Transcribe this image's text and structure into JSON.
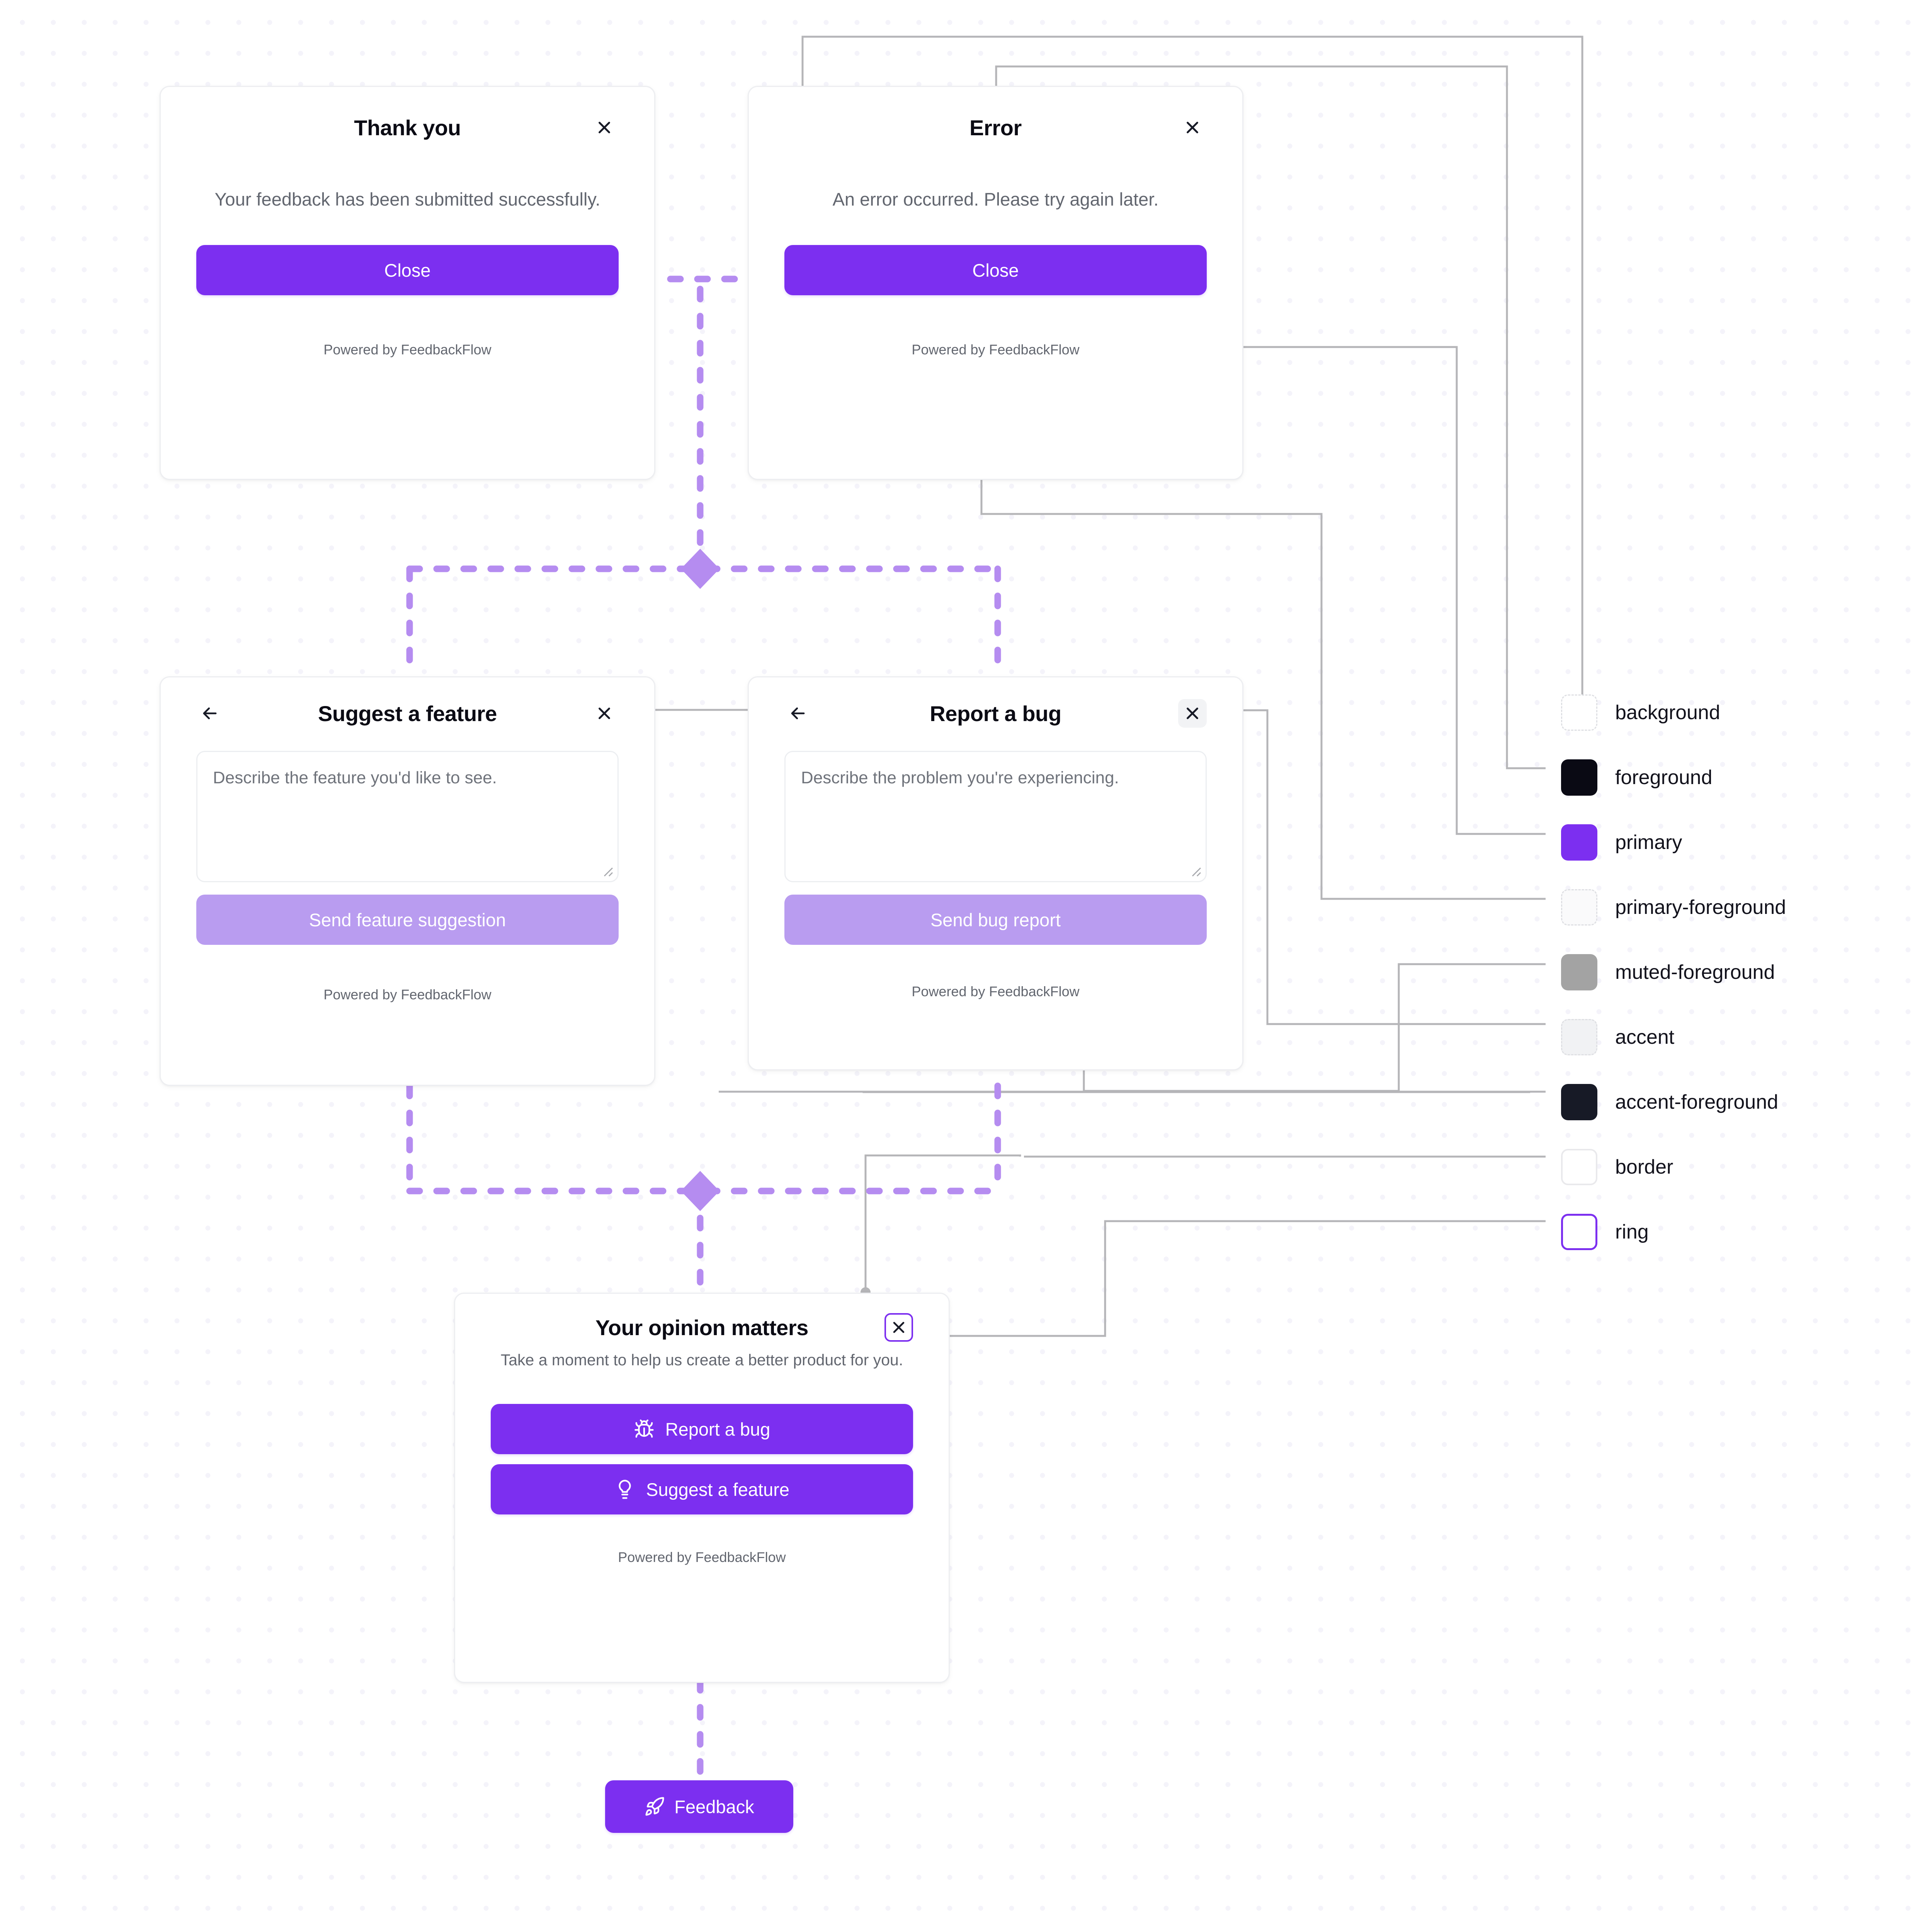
{
  "theme": {
    "background": "#ffffff",
    "foreground": "#0a0a14",
    "primary": "#7c2ff0",
    "primary_foreground": "#fafafb",
    "muted_foreground": "#a3a3a3",
    "accent": "#f1f2f4",
    "accent_foreground": "#171a26",
    "border": "#e9e9ec",
    "ring": "#7c2ff0",
    "dot_grid": "#f4f3fa",
    "connector_line": "#b5b5b8",
    "flow_line": "#b58cf0"
  },
  "cards": {
    "thank_you": {
      "title": "Thank you",
      "message": "Your feedback has been submitted successfully.",
      "close_label": "Close",
      "powered": "Powered by FeedbackFlow"
    },
    "error": {
      "title": "Error",
      "message": "An error occurred. Please try again later.",
      "close_label": "Close",
      "powered": "Powered by FeedbackFlow"
    },
    "suggest_feature": {
      "title": "Suggest a feature",
      "textarea_placeholder": "Describe the feature you'd like to see.",
      "textarea_value": "",
      "submit_label": "Send feature suggestion",
      "powered": "Powered by FeedbackFlow"
    },
    "report_bug": {
      "title": "Report a bug",
      "textarea_placeholder": "Describe the problem you're experiencing.",
      "textarea_value": "",
      "submit_label": "Send bug report",
      "powered": "Powered by FeedbackFlow"
    },
    "opinion": {
      "title": "Your opinion matters",
      "subtitle": "Take a moment to help us create a better product for you.",
      "report_bug_label": "Report a bug",
      "suggest_feature_label": "Suggest a feature",
      "powered": "Powered by FeedbackFlow"
    }
  },
  "trigger": {
    "label": "Feedback"
  },
  "legend": {
    "items": [
      {
        "label": "background",
        "fill": "#ffffff",
        "style": "dashed-border"
      },
      {
        "label": "foreground",
        "fill": "#0a0a14",
        "style": "solid"
      },
      {
        "label": "primary",
        "fill": "#7c2ff0",
        "style": "solid"
      },
      {
        "label": "primary-foreground",
        "fill": "#fafafb",
        "style": "dashed-border"
      },
      {
        "label": "muted-foreground",
        "fill": "#a3a3a3",
        "style": "solid"
      },
      {
        "label": "accent",
        "fill": "#f1f2f4",
        "style": "dashed-border"
      },
      {
        "label": "accent-foreground",
        "fill": "#171a26",
        "style": "solid"
      },
      {
        "label": "border",
        "fill": "#ffffff",
        "style": "solid-border"
      },
      {
        "label": "ring",
        "fill": "#ffffff",
        "style": "ring-border"
      }
    ]
  }
}
